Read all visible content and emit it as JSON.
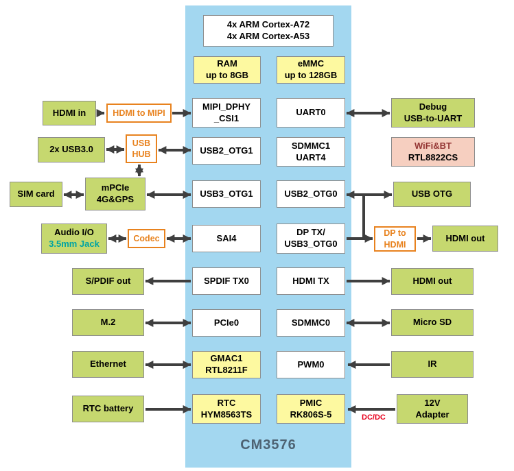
{
  "soc": {
    "name": "CM3576",
    "cpu": "4x ARM Cortex-A72\n4x ARM Cortex-A53",
    "memory": {
      "ram": "RAM\nup to 8GB",
      "emmc": "eMMC\nup to 128GB"
    },
    "left_ports": [
      "MIPI_DPHY\n_CSI1",
      "USB2_OTG1",
      "USB3_OTG1",
      "SAI4",
      "SPDIF TX0",
      "PCIe0",
      "GMAC1\nRTL8211F",
      "RTC\nHYM8563TS"
    ],
    "right_ports": [
      "UART0",
      "SDMMC1\nUART4",
      "USB2_OTG0",
      "DP TX/\nUSB3_OTG0",
      "HDMI TX",
      "SDMMC0",
      "PWM0",
      "PMIC\nRK806S-5"
    ]
  },
  "left": {
    "hdmi_in": "HDMI in",
    "hdmi_to_mipi": "HDMI to MIPI",
    "usb3_ports": "2x USB3.0",
    "usb_hub": "USB\nHUB",
    "sim_card": "SIM card",
    "mpcie": "mPCIe\n4G&GPS",
    "audio_io": "Audio I/O",
    "audio_jack": "3.5mm Jack",
    "codec": "Codec",
    "spdif_out": "S/PDIF out",
    "m2": "M.2",
    "ethernet": "Ethernet",
    "rtc_battery": "RTC battery"
  },
  "right": {
    "debug": "Debug\nUSB-to-UART",
    "wifi_bt": "WiFi&BT",
    "wifi_chip": "RTL8822CS",
    "usb_otg": "USB OTG",
    "dp_to_hdmi": "DP to\nHDMI",
    "hdmi_out_dp": "HDMI out",
    "hdmi_out": "HDMI out",
    "micro_sd": "Micro SD",
    "ir": "IR",
    "adapter": "12V\nAdapter",
    "dcdc_label": "DC/DC"
  },
  "colors": {
    "panel_blue": "#a3d7f0",
    "peripheral_green": "#c6d86f",
    "memory_yellow": "#fdf9a0",
    "wifi_pink": "#f6cfc0",
    "orange_accent": "#e8821e",
    "arrow_gray": "#3f3f3f",
    "jack_teal": "#00a3a3",
    "dcdc_red": "#e8001c",
    "soc_label": "#4d6272"
  }
}
